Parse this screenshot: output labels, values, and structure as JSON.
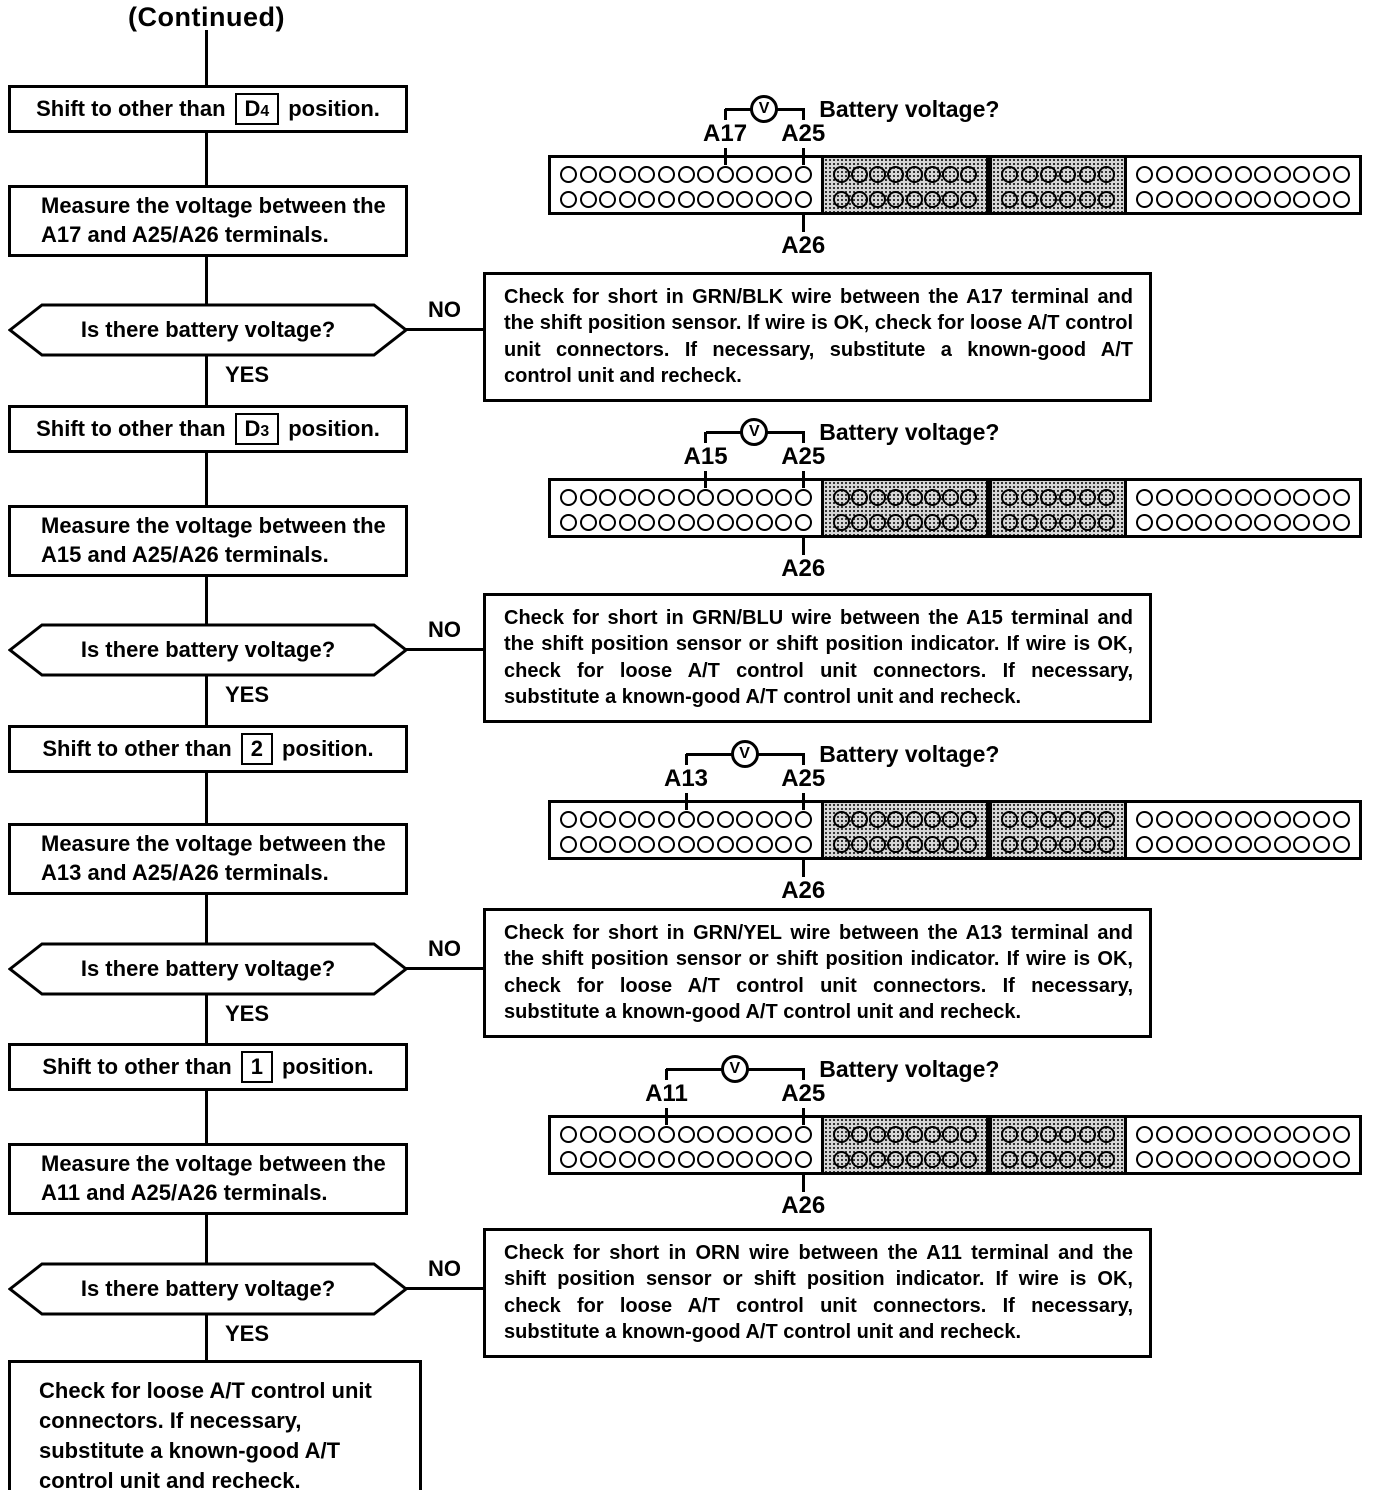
{
  "title": "(Continued)",
  "labels": {
    "yes": "YES",
    "no": "NO",
    "battery_voltage": "Battery voltage?",
    "voltmeter": "V"
  },
  "steps": [
    {
      "shift_before": "Shift to other than",
      "shift_position": "D4",
      "shift_after": "position.",
      "measure_text": "Measure the voltage between the A17 and A25/A26 terminals.",
      "question": "Is there battery voltage?",
      "no_result": "Check for short in GRN/BLK wire between the A17 terminal and the shift position sensor. If wire is OK, check for loose A/T control unit connectors. If necessary, substitute a known-good A/T control unit and recheck.",
      "connector": {
        "probe_label": "A17",
        "probe_col": 9,
        "ref_top_label": "A25",
        "ref_top_col": 13,
        "ref_bottom_label": "A26",
        "ref_bottom_col": 13
      }
    },
    {
      "shift_before": "Shift to other than",
      "shift_position": "D3",
      "shift_after": "position.",
      "measure_text": "Measure the voltage between the A15 and A25/A26 terminals.",
      "question": "Is there battery voltage?",
      "no_result": "Check for short in GRN/BLU wire between the A15 terminal and the shift position sensor or shift position indicator. If wire is OK, check for loose A/T control unit connectors. If necessary, substitute a known-good A/T control unit and recheck.",
      "connector": {
        "probe_label": "A15",
        "probe_col": 8,
        "ref_top_label": "A25",
        "ref_top_col": 13,
        "ref_bottom_label": "A26",
        "ref_bottom_col": 13
      }
    },
    {
      "shift_before": "Shift to other than",
      "shift_position": "2",
      "shift_after": "position.",
      "measure_text": "Measure the voltage between the A13 and A25/A26 terminals.",
      "question": "Is there battery voltage?",
      "no_result": "Check for short in GRN/YEL wire between the A13 terminal and the shift position sensor or shift position indicator. If wire is OK, check for loose A/T control unit connectors. If necessary, substitute a known-good A/T control unit and recheck.",
      "connector": {
        "probe_label": "A13",
        "probe_col": 7,
        "ref_top_label": "A25",
        "ref_top_col": 13,
        "ref_bottom_label": "A26",
        "ref_bottom_col": 13
      }
    },
    {
      "shift_before": "Shift to other than",
      "shift_position": "1",
      "shift_after": "position.",
      "measure_text": "Measure the voltage between the A11 and A25/A26 terminals.",
      "question": "Is there battery voltage?",
      "no_result": "Check for short in ORN wire between the A11 terminal and the shift position sensor or shift position indicator. If wire is OK, check for loose A/T control unit connectors. If necessary, substitute a known-good A/T control unit and recheck.",
      "connector": {
        "probe_label": "A11",
        "probe_col": 6,
        "ref_top_label": "A25",
        "ref_top_col": 13,
        "ref_bottom_label": "A26",
        "ref_bottom_col": 13
      }
    }
  ],
  "final_text": "Check for loose A/T control unit connectors. If necessary, substitute a known-good A/T control unit and recheck.",
  "connector_layout": {
    "rows": 2,
    "sections": [
      {
        "cols": 13,
        "shaded": false
      },
      {
        "cols": 8,
        "shaded": true
      },
      {
        "cols": 6,
        "shaded": true
      },
      {
        "cols": 11,
        "shaded": false
      }
    ]
  }
}
